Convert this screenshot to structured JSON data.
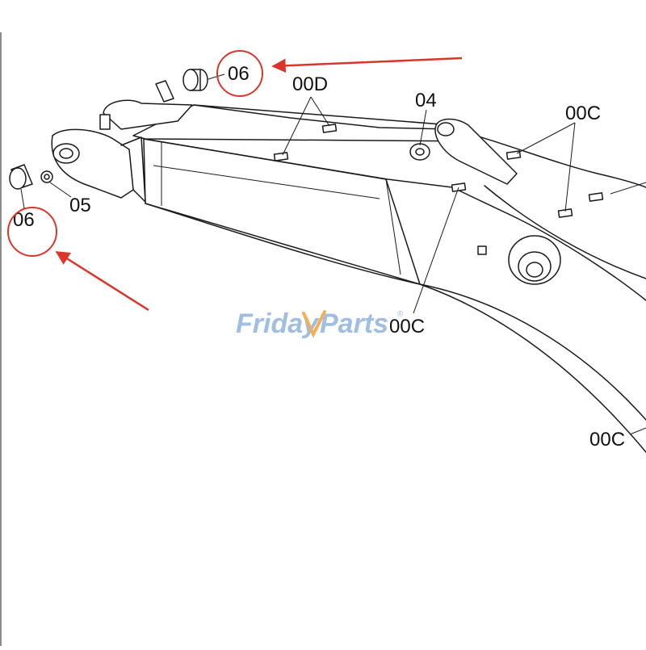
{
  "labels": {
    "top_06": "06",
    "left_06": "06",
    "p05": "05",
    "p04": "04",
    "p00D": "00D",
    "p00C_top": "00C",
    "p00C_mid": "00C",
    "p00C_bottom": "00C"
  },
  "watermark": {
    "part1": "Friday",
    "part2": "Parts",
    "reg": "®"
  },
  "colors": {
    "annotation_red": "#d9362b",
    "watermark_blue": "#8fb3dd",
    "watermark_orange": "#f0a23a",
    "line": "#1a1a1a"
  }
}
